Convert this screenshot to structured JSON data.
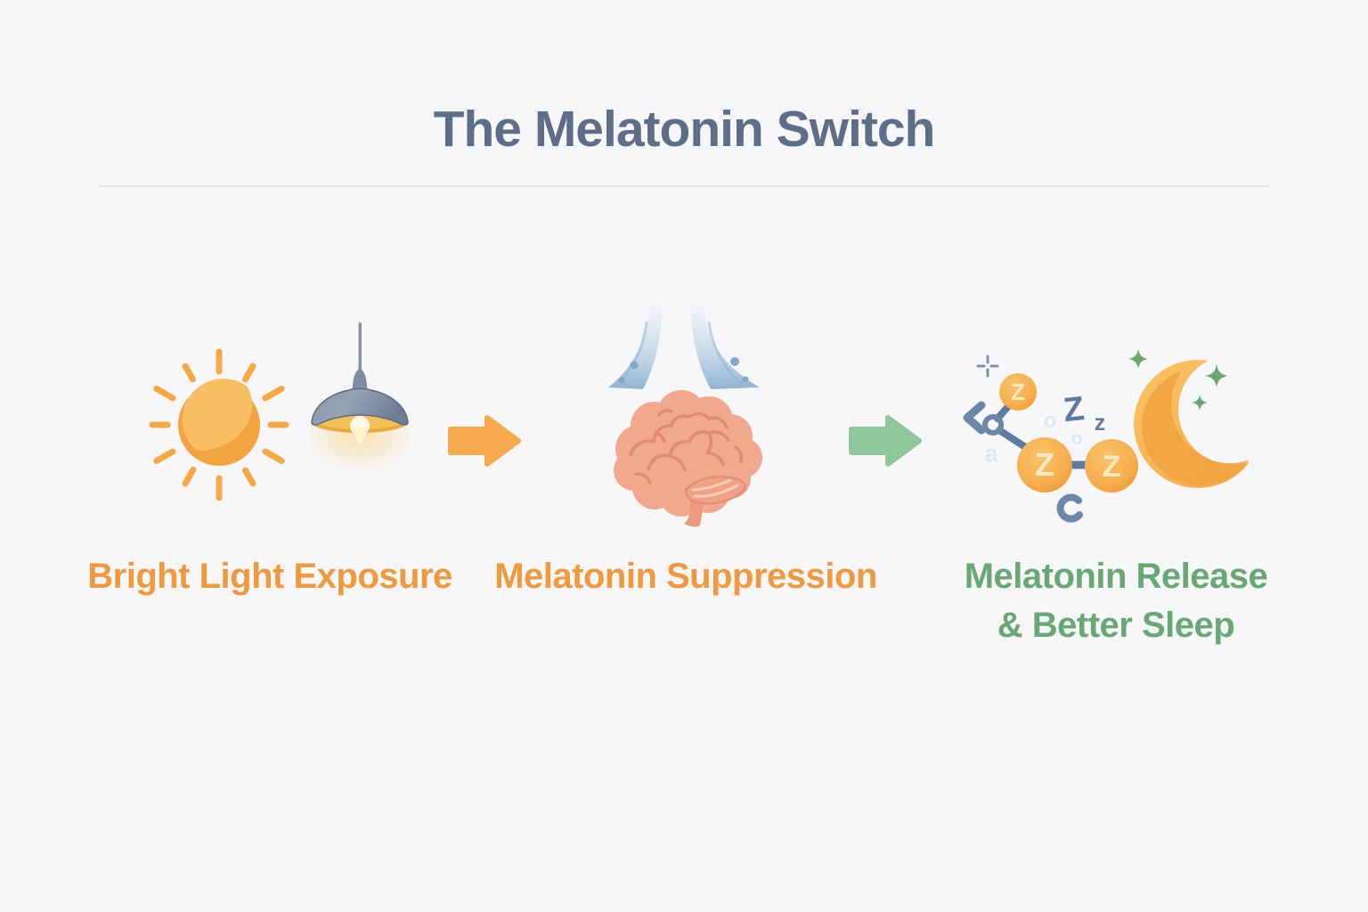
{
  "title": "The Melatonin Switch",
  "stages": [
    {
      "id": "bright-light-exposure",
      "label": "Bright Light Exposure",
      "label_color": "#F0993E",
      "icons": [
        "sun-icon",
        "pendant-lamp-icon"
      ]
    },
    {
      "id": "melatonin-suppression",
      "label": "Melatonin Suppression",
      "label_color": "#F0993E",
      "icons": [
        "light-beams-icon",
        "brain-icon"
      ]
    },
    {
      "id": "melatonin-release",
      "label_line1": "Melatonin Release",
      "label_line2": "& Better Sleep",
      "label_color": "#68A874",
      "icons": [
        "melatonin-molecule-icon",
        "crescent-moon-icon",
        "sparkle-icon"
      ]
    }
  ],
  "arrows": [
    {
      "id": "arrow-to-suppression",
      "direction": "right",
      "color": "#F6AA4D"
    },
    {
      "id": "arrow-to-release",
      "direction": "right",
      "color": "#8FC69A"
    }
  ],
  "molecule": {
    "node_letter": "Z",
    "floating_letters": [
      "Z",
      "z"
    ],
    "faded_letters": [
      "o",
      "o",
      "a"
    ]
  },
  "colors": {
    "background": "#F7F6F8",
    "title_text": "#5F6E88",
    "divider": "#E6E5E9",
    "sun_orange": "#F5A843",
    "lamp_shade_slate": "#76839B",
    "lamp_interior_yellow": "#EFBE5C",
    "beam_blue": "#8FB5D4",
    "brain_salmon": "#F2A78F",
    "molecule_node_orange": "#F6AE4E",
    "molecule_link_blue": "#5E7CA2",
    "moon_orange": "#F6B04E",
    "sparkle_green": "#6CA871"
  }
}
